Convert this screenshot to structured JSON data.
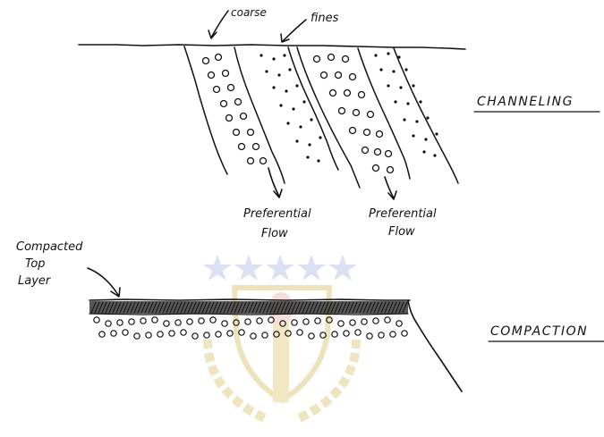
{
  "labels": {
    "coarse": "coarse",
    "fines": "fines",
    "channeling": "CHANNELING",
    "preferential_flow_left_line1": "Preferential",
    "preferential_flow_left_line2": "Flow",
    "preferential_flow_right_line1": "Preferential",
    "preferential_flow_right_line2": "Flow",
    "compacted_line1": "Compacted",
    "compacted_line2": "Top",
    "compacted_line3": "Layer",
    "compaction": "COMPACTION"
  },
  "watermark": {
    "description": "university crest",
    "star_color": "#cfd6ee",
    "crest_color": "#e9d9a6"
  },
  "colors": {
    "ink": "#111111",
    "background": "#ffffff"
  }
}
